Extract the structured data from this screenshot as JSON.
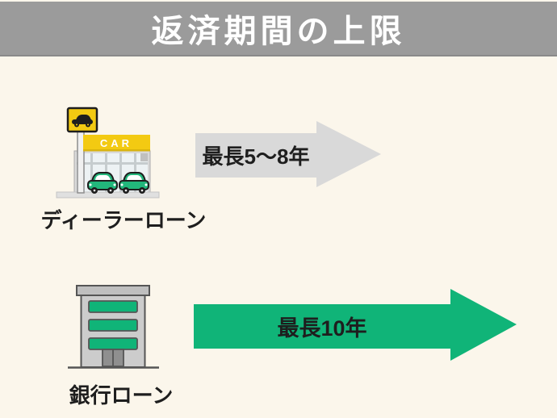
{
  "header": {
    "title": "返済期間の上限"
  },
  "dealer_row": {
    "icon": "car-dealership-icon",
    "sign_text": "CAR",
    "label": "ディーラーローン",
    "arrow_text": "最長5〜8年",
    "arrow_color": "#D9D9D9"
  },
  "bank_row": {
    "icon": "bank-building-icon",
    "label": "銀行ローン",
    "arrow_text": "最長10年",
    "arrow_color": "#10B478"
  },
  "colors": {
    "background": "#FBF6EB",
    "header_bg": "#9B9B9B",
    "header_text": "#FFFFFF",
    "body_text": "#1E1E1E",
    "accent_green": "#10B478",
    "arrow_gray": "#D9D9D9",
    "sign_yellow": "#F3CA12",
    "building_gray": "#CCCCCC"
  }
}
